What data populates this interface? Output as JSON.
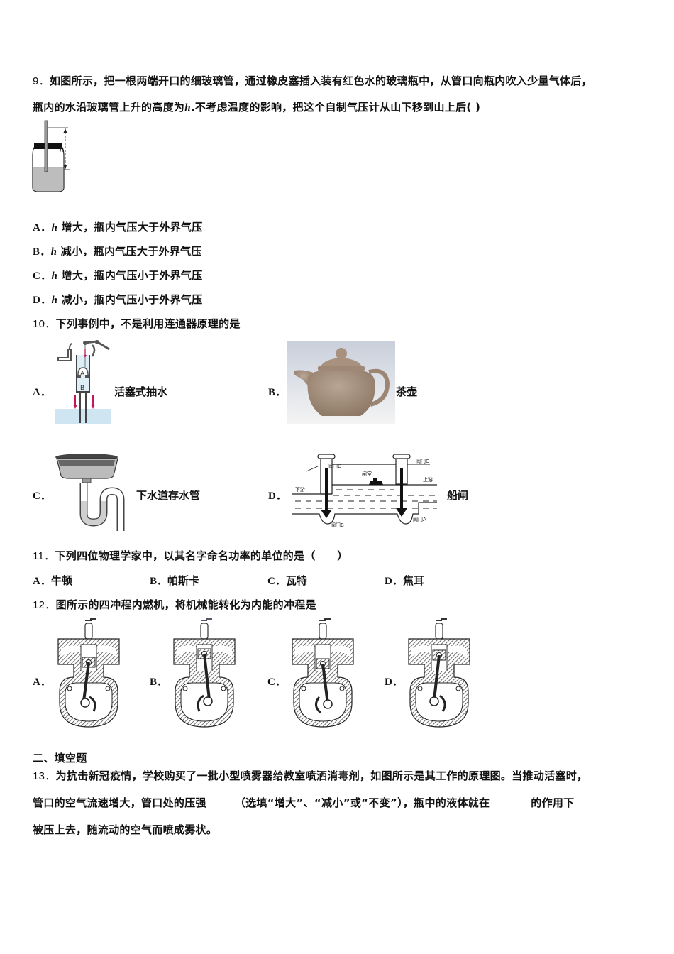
{
  "q9": {
    "number": "9．",
    "line1": "如图所示，把一根两端开口的细玻璃管，通过橡皮塞插入装有红色水的玻璃瓶中，从管口向瓶内吹入少量气体后，",
    "line2_pre": "瓶内的水沿玻璃管上升的高度为",
    "line2_var": "h",
    "line2_post": ".不考虑温度的影响，把这个自制气压计从山下移到山上后( )",
    "figure_label": "h",
    "options": [
      {
        "letter": "A．",
        "var": "h",
        "text": "增大，瓶内气压大于外界气压"
      },
      {
        "letter": "B．",
        "var": "h",
        "text": "减小，瓶内气压大于外界气压"
      },
      {
        "letter": "C．",
        "var": "h",
        "text": "增大，瓶内气压小于外界气压"
      },
      {
        "letter": "D．",
        "var": "h",
        "text": "减小，瓶内气压小于外界气压"
      }
    ]
  },
  "q10": {
    "number": "10．",
    "stem": "下列事例中，不是利用连通器原理的是",
    "options": [
      {
        "letter": "A．",
        "caption": "活塞式抽水",
        "fig_labels": [
          "A",
          "B"
        ]
      },
      {
        "letter": "B．",
        "caption": "茶壶"
      },
      {
        "letter": "C．",
        "caption": "下水道存水管"
      },
      {
        "letter": "D．",
        "caption": "船闸",
        "fig_labels": [
          "阀门D",
          "闸室",
          "上游",
          "下游",
          "阀门C",
          "阀门B",
          "阀门A"
        ]
      }
    ]
  },
  "q11": {
    "number": "11．",
    "stem": "下列四位物理学家中，以其名字命名功率的单位的是（　　）",
    "options": [
      {
        "letter": "A．",
        "text": "牛顿"
      },
      {
        "letter": "B．",
        "text": "帕斯卡"
      },
      {
        "letter": "C．",
        "text": "瓦特"
      },
      {
        "letter": "D．",
        "text": "焦耳"
      }
    ]
  },
  "q12": {
    "number": "12．",
    "stem": "图所示的四冲程内燃机，将机械能转化为内能的冲程是",
    "options": [
      {
        "letter": "A．"
      },
      {
        "letter": "B．"
      },
      {
        "letter": "C．"
      },
      {
        "letter": "D．"
      }
    ]
  },
  "section2": {
    "title": "二、填空题"
  },
  "q13": {
    "number": "13．",
    "line1": "为抗击新冠疫情，学校购买了一批小型喷雾器给教室喷洒消毒剂，如图所示是其工作的原理图。当推动活塞时，",
    "line2_a": "管口的空气流速增大，管口处的压强",
    "line2_b": "（选填“增大”、“减小”或“不变”），瓶中的液体就在",
    "line2_c": "的作用下",
    "line3": "被压上去，随流动的空气而喷成雾状。"
  },
  "colors": {
    "text": "#111111",
    "water": "#cfe6f2",
    "arrow": "#c2185b",
    "teapot": "#a38d7a",
    "teapot_bg": "#d9dde6"
  }
}
